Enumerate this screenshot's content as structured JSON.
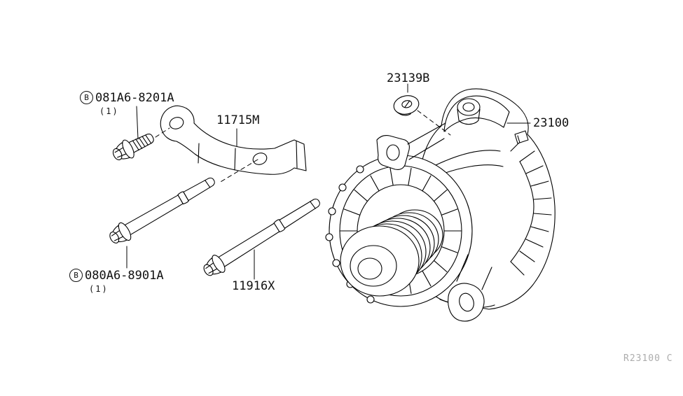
{
  "colors": {
    "line": "#000000",
    "background": "#ffffff",
    "watermark": "#9e9e9e"
  },
  "labels": {
    "bolt_short": {
      "prefix": "B",
      "code": "081A6-8201A",
      "qty": "(1)"
    },
    "bracket": {
      "code": "11715M"
    },
    "bolt_long": {
      "prefix": "B",
      "code": "080A6-8901A",
      "qty": "(1)"
    },
    "bolt_pivot": {
      "code": "11916X"
    },
    "nut": {
      "code": "23139B"
    },
    "alternator": {
      "code": "23100"
    }
  },
  "watermark": {
    "code": "R23100 C"
  }
}
